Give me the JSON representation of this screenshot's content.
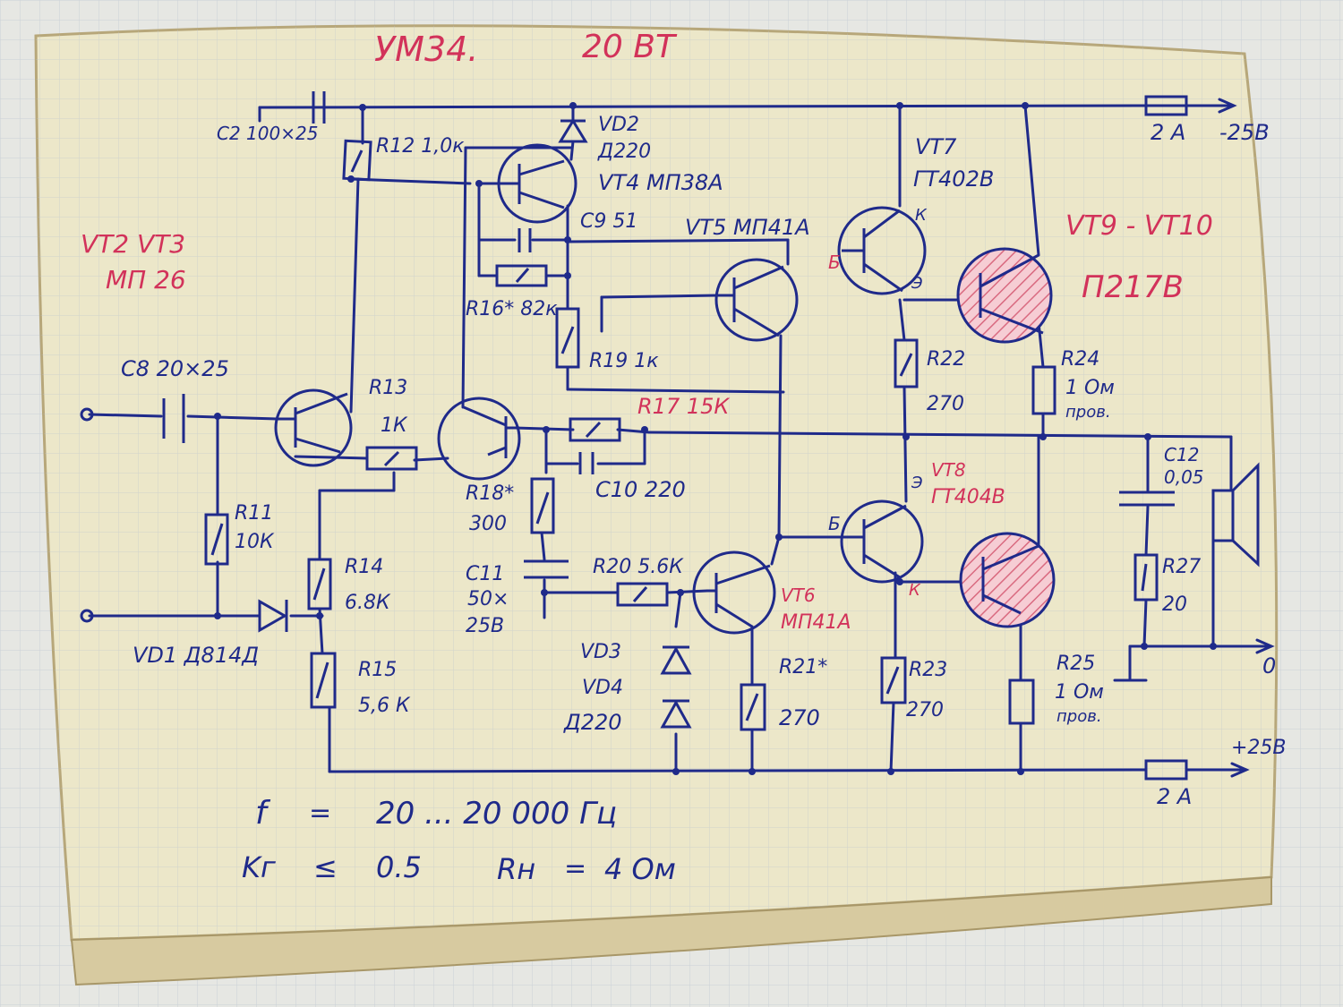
{
  "title": {
    "model": "УМ34.",
    "power": "20 ВТ"
  },
  "labels": {
    "c2": "C2 100×25",
    "r12": "R12 1,0к",
    "vd2": "VD2",
    "vd2_type": "Д220",
    "vt4": "VT4 МП38А",
    "c9": "C9 51",
    "vt5": "VT5 МП41А",
    "r16": "R16* 82к",
    "r19": "R19 1к",
    "vt7": "VT7",
    "vt7_type": "ГТ402В",
    "vt9_vt10": "VT9 - VT10",
    "p217v": "П217В",
    "vt2_vt3": "VT2  VT3",
    "mp26": "МП 26",
    "c8": "C8 20×25",
    "r13": "R13",
    "r13_val": "1К",
    "r17": "R17 15К",
    "r22": "R22",
    "r22_val": "270",
    "r24": "R24",
    "r24_val": "1 Ом",
    "r24_note": "пров.",
    "c12": "C12",
    "c12_val": "0,05",
    "r18": "R18*",
    "r18_val": "300",
    "c10": "C10 220",
    "vt8": "VT8",
    "vt8_type": "ГТ404В",
    "r11": "R11",
    "r11_val": "10К",
    "r14": "R14",
    "r14_val": "6.8К",
    "c11": "C11",
    "c11_val": "50×",
    "c11_volt": "25В",
    "r20": "R20 5.6К",
    "r27": "R27",
    "r27_val": "20",
    "vd1": "VD1 Д814Д",
    "vd3": "VD3",
    "vd4": "VD4",
    "vd34_type": "Д220",
    "vt6": "VT6",
    "vt6_type": "МП41А",
    "r15": "R15",
    "r15_val": "5,6 К",
    "r21": "R21*",
    "r21_val": "270",
    "r23": "R23",
    "r23_val": "270",
    "r25": "R25",
    "r25_val": "1 Ом",
    "r25_note": "пров.",
    "fuse_top": "2 А",
    "supply_neg": "-25В",
    "supply_pos": "+25В",
    "fuse_bottom": "2 А",
    "out_zero": "0",
    "pin_b": "Б",
    "pin_k": "К",
    "pin_e": "Э",
    "spec_f": "f",
    "spec_eq1": "=",
    "spec_range": "20 ... 20 000 Гц",
    "spec_k": "Kг",
    "spec_le": "≤",
    "spec_k_val": "0.5",
    "spec_rn": "Rн",
    "spec_eq2": "=",
    "spec_rn_val": "4 Ом"
  },
  "colors": {
    "ink_blue": "#1f2a8a",
    "ink_red": "#d2325a",
    "paper": "#ece7c9",
    "grid": "#b9c3cf",
    "hatch": "#e79aa6"
  }
}
